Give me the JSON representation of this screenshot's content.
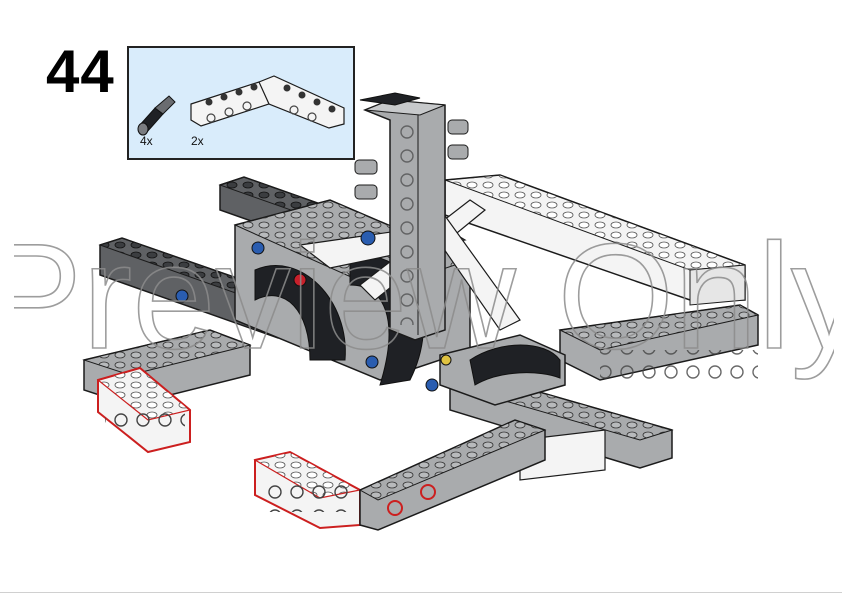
{
  "step": {
    "number": "44"
  },
  "callout": {
    "parts": [
      {
        "name": "technic-pin-with-axle",
        "quantity": "4x"
      },
      {
        "name": "white-angled-technic-beam",
        "quantity": "2x"
      }
    ]
  },
  "watermark": {
    "text": "Preview Only"
  },
  "colors": {
    "callout_background": "#d9ecfb",
    "callout_border": "#222222",
    "white_brick": "#f4f4f4",
    "light_gray_brick": "#a9abad",
    "dark_gray_brick": "#5f6164",
    "black_part": "#1f2125",
    "blue_pin": "#2a5db0",
    "red_pin": "#c8202b",
    "new_part_outline": "#cc1f1f"
  }
}
